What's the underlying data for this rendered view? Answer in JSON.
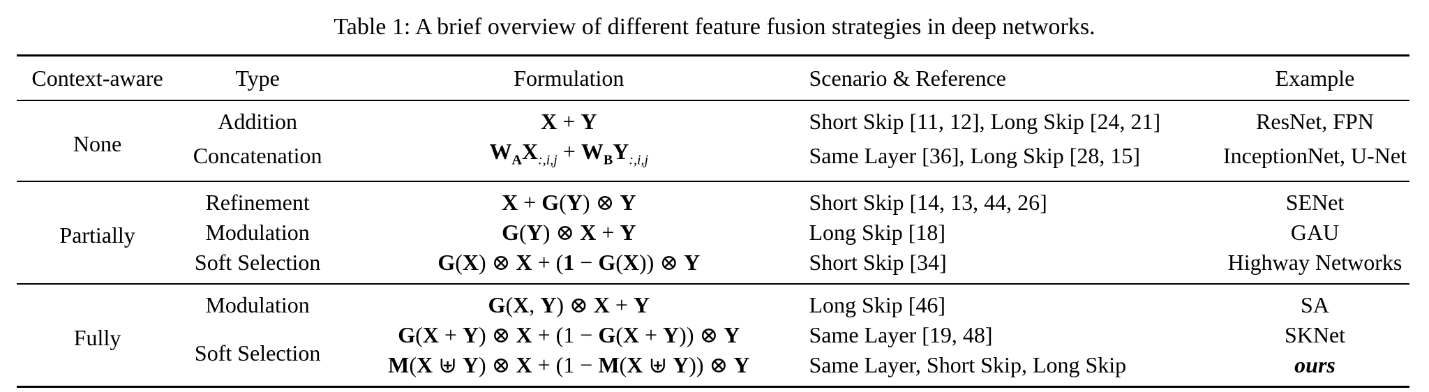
{
  "caption": "Table 1: A brief overview of different feature fusion strategies in deep networks.",
  "headers": {
    "context": "Context-aware",
    "type": "Type",
    "formulation": "Formulation",
    "scenario": "Scenario & Reference",
    "example": "Example"
  },
  "groups": {
    "none": {
      "context": "None",
      "rows": [
        {
          "type": "Addition",
          "formulation": "X + Y",
          "scenario": "Short Skip [11, 12], Long Skip [24, 21]",
          "example": "ResNet, FPN"
        },
        {
          "type": "Concatenation",
          "formulation": "W_A X_{:,i,j} + W_B Y_{:,i,j}",
          "scenario": "Same Layer [36], Long Skip [28, 15]",
          "example": "InceptionNet, U-Net"
        }
      ]
    },
    "partially": {
      "context": "Partially",
      "rows": [
        {
          "type": "Refinement",
          "formulation": "X + G(Y) ⊗ Y",
          "scenario": "Short Skip [14, 13, 44, 26]",
          "example": "SENet"
        },
        {
          "type": "Modulation",
          "formulation": "G(Y) ⊗ X + Y",
          "scenario": "Long Skip [18]",
          "example": "GAU"
        },
        {
          "type": "Soft Selection",
          "formulation": "G(X) ⊗ X + (1 − G(X)) ⊗ Y",
          "scenario": "Short Skip [34]",
          "example": "Highway Networks"
        }
      ]
    },
    "fully": {
      "context": "Fully",
      "rows": [
        {
          "type": "Modulation",
          "formulation": "G(X, Y) ⊗ X + Y",
          "scenario": "Long Skip [46]",
          "example": "SA"
        },
        {
          "type": "Soft Selection",
          "formulation": "G(X + Y) ⊗ X + (1 − G(X + Y)) ⊗ Y",
          "scenario": "Same Layer [19, 48]",
          "example": "SKNet"
        },
        {
          "type": "Soft Selection",
          "formulation": "M(X ⊎ Y) ⊗ X + (1 − M(X ⊎ Y)) ⊗ Y",
          "scenario": "Same Layer, Short Skip, Long Skip",
          "example": "ours"
        }
      ]
    }
  }
}
